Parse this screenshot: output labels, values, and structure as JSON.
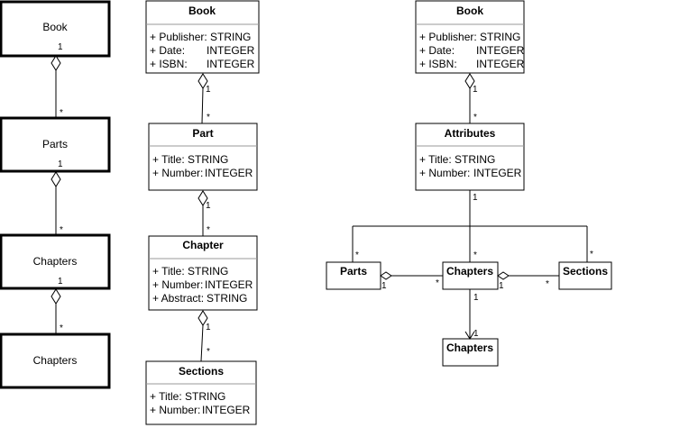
{
  "left_column": {
    "boxes": [
      "Book",
      "Parts",
      "Chapters",
      "Chapters"
    ],
    "multiplicities": {
      "book_parts": {
        "source": "1",
        "target": "*"
      },
      "parts_chapters": {
        "source": "1",
        "target": "*"
      },
      "chapters_chapters": {
        "source": "1",
        "target": "*"
      }
    }
  },
  "middle_column": {
    "book": {
      "title": "Book",
      "attrs": [
        {
          "name": "+ Publisher:",
          "type": "STRING"
        },
        {
          "name": "+ Date:",
          "type": "INTEGER"
        },
        {
          "name": "+ ISBN:",
          "type": "INTEGER"
        }
      ]
    },
    "part": {
      "title": "Part",
      "attrs": [
        {
          "name": "+ Title:",
          "type": "STRING"
        },
        {
          "name": "+ Number:",
          "type": "INTEGER"
        }
      ]
    },
    "chapter": {
      "title": "Chapter",
      "attrs": [
        {
          "name": "+ Title:",
          "type": "STRING"
        },
        {
          "name": "+ Number:",
          "type": "INTEGER"
        },
        {
          "name": "+ Abstract:",
          "type": "STRING"
        }
      ]
    },
    "sections": {
      "title": "Sections",
      "attrs": [
        {
          "name": "+ Title:",
          "type": "STRING"
        },
        {
          "name": "+ Number:",
          "type": "INTEGER"
        }
      ]
    },
    "multiplicities": {
      "book_part": {
        "source": "1",
        "target": "*"
      },
      "part_chapter": {
        "source": "1",
        "target": "*"
      },
      "chapter_sections": {
        "source": "1",
        "target": "*"
      }
    }
  },
  "right_diagram": {
    "book": {
      "title": "Book",
      "attrs": [
        {
          "name": "+ Publisher:",
          "type": "STRING"
        },
        {
          "name": "+ Date:",
          "type": "INTEGER"
        },
        {
          "name": "+ ISBN:",
          "type": "INTEGER"
        }
      ]
    },
    "attributes": {
      "title": "Attributes",
      "attrs": [
        {
          "name": "+ Title:",
          "type": "STRING"
        },
        {
          "name": "+ Number:",
          "type": "INTEGER"
        }
      ]
    },
    "parts": "Parts",
    "chapters": "Chapters",
    "sections": "Sections",
    "chapters_child": "Chapters",
    "multiplicities": {
      "book_attributes": {
        "source": "1",
        "target": "*"
      },
      "attributes_root": "1",
      "parts_top": "*",
      "chapters_top": "*",
      "sections_top": "*",
      "parts_chapters": {
        "source": "1",
        "target": "*"
      },
      "chapters_sections": {
        "source": "1",
        "target": "*"
      },
      "chapters_child": {
        "source": "1",
        "target": "1"
      }
    }
  }
}
